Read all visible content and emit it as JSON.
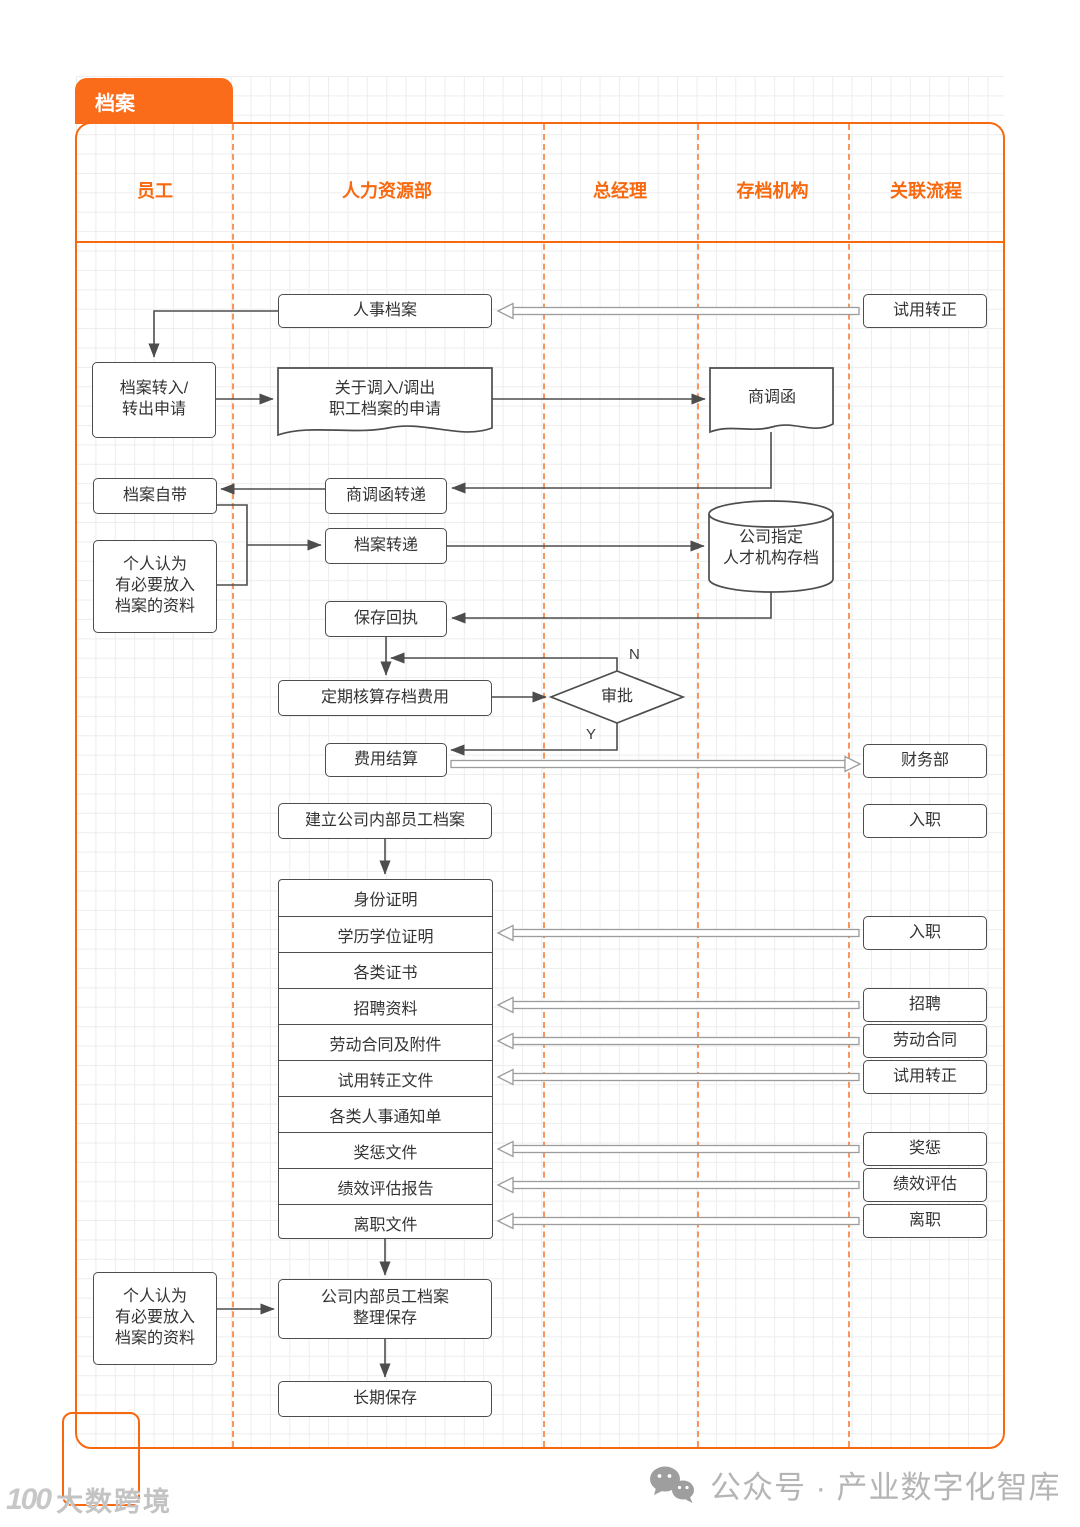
{
  "tab": {
    "title": "档案"
  },
  "lanes": [
    {
      "label": "员工"
    },
    {
      "label": "人力资源部"
    },
    {
      "label": "总经理"
    },
    {
      "label": "存档机构"
    },
    {
      "label": "关联流程"
    }
  ],
  "nodes": {
    "personnel_file": "人事档案",
    "probation_confirm_top": "试用转正",
    "file_transfer_request": "档案转入/\n转出申请",
    "transfer_application_doc": "关于调入/调出\n职工档案的申请",
    "transfer_letter_doc": "商调函",
    "transfer_letter_forward": "商调函转递",
    "file_self_carry": "档案自带",
    "personal_materials_1": "个人认为\n有必要放入\n档案的资料",
    "file_forward": "档案转递",
    "talent_agency_storage": "公司指定\n人才机构存档",
    "keep_receipt": "保存回执",
    "periodic_fee_check": "定期核算存档费用",
    "approval": "审批",
    "fee_settlement": "费用结算",
    "finance_dept": "财务部",
    "create_internal_file": "建立公司内部员工档案",
    "onboarding_top": "入职",
    "personal_materials_2": "个人认为\n有必要放入\n档案的资料",
    "organize_save": "公司内部员工档案\n整理保存",
    "long_term_save": "长期保存"
  },
  "decision": {
    "yes": "Y",
    "no": "N"
  },
  "document_rows": [
    "身份证明",
    "学历学位证明",
    "各类证书",
    "招聘资料",
    "劳动合同及附件",
    "试用转正文件",
    "各类人事通知单",
    "奖惩文件",
    "绩效评估报告",
    "离职文件"
  ],
  "related_process_boxes": [
    "入职",
    "招聘",
    "劳动合同",
    "试用转正",
    "奖惩",
    "绩效评估",
    "离职"
  ],
  "footer": {
    "watermark_logo": "100",
    "watermark_text": "大数跨境",
    "official_account": "公众号 · 产业数字化智库"
  },
  "colors": {
    "accent": "#F8690F",
    "node_border": "#4D4D4D",
    "connector": "#4D4D4D",
    "hollow_arrow": "#9C9C9C",
    "grid": "#EDEDED",
    "footer_text": "#B5B5B5"
  }
}
